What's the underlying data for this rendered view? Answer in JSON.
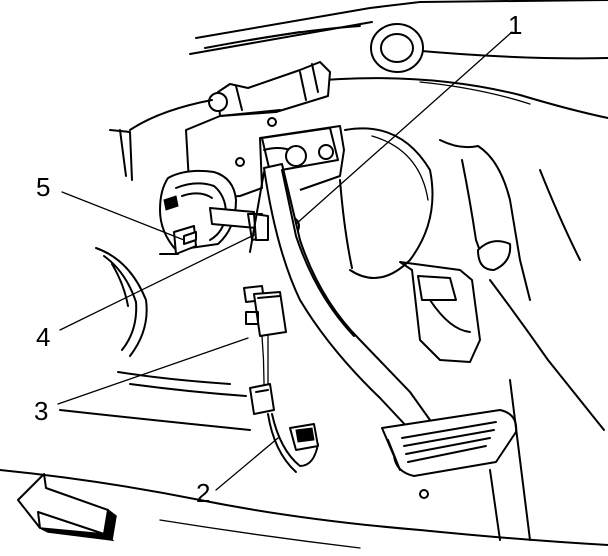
{
  "callouts": [
    {
      "id": "1",
      "label": "1"
    },
    {
      "id": "2",
      "label": "2"
    },
    {
      "id": "3",
      "label": "3"
    },
    {
      "id": "4",
      "label": "4"
    },
    {
      "id": "5",
      "label": "5"
    }
  ],
  "icons": {
    "direction": "front-of-vehicle-arrow-icon"
  }
}
